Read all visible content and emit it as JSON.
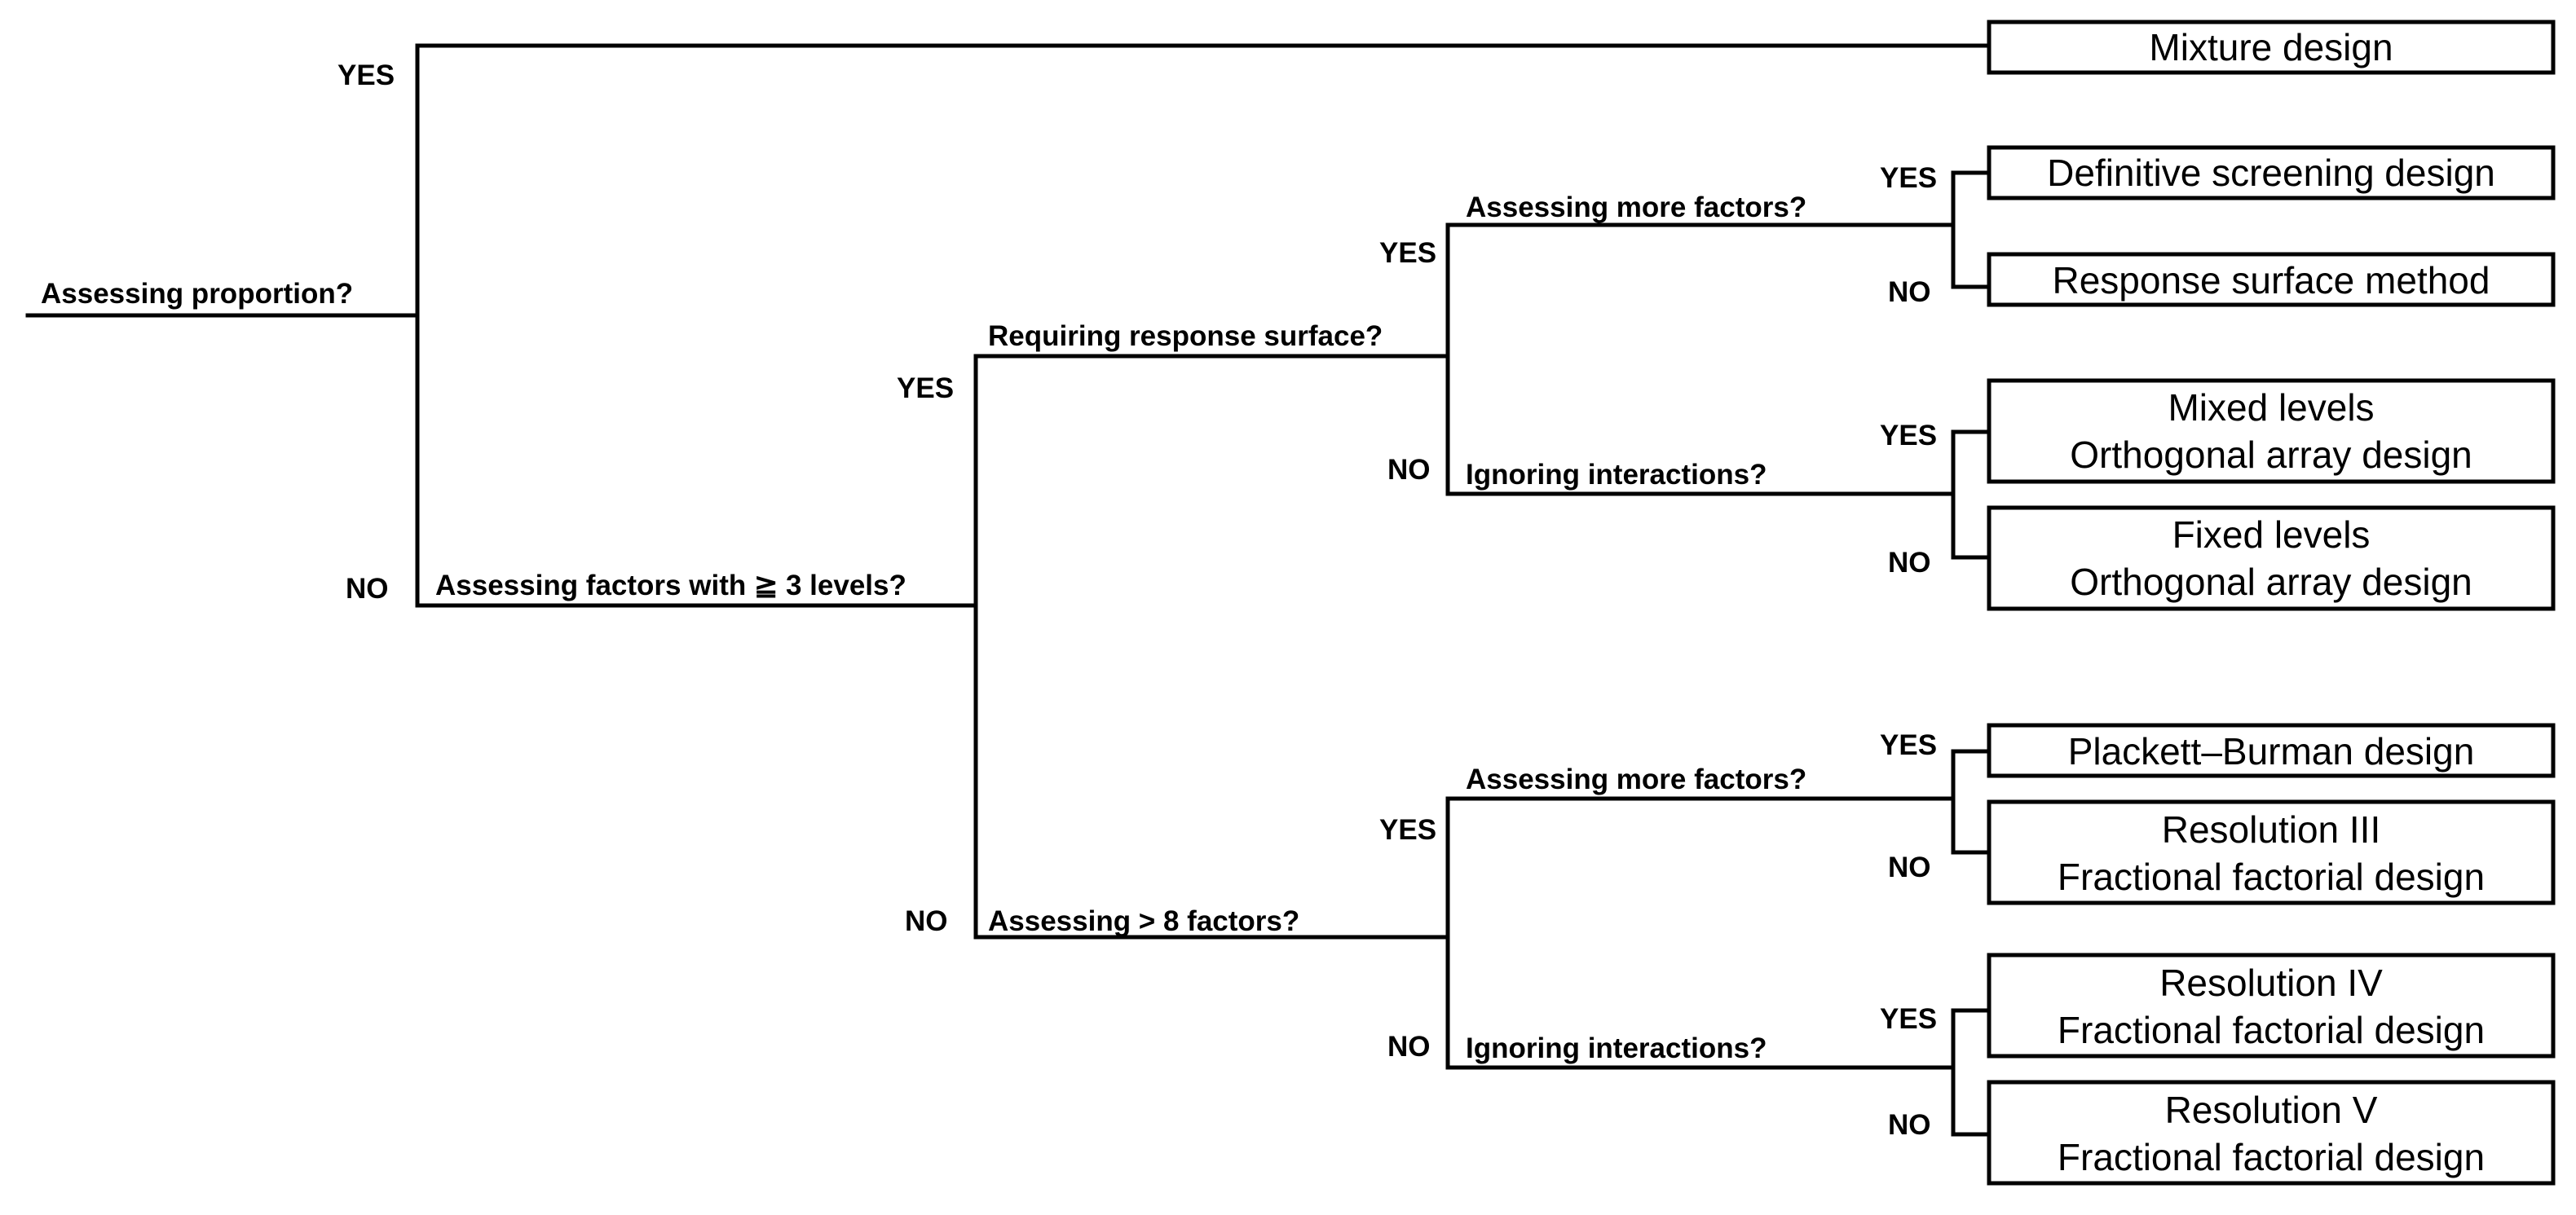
{
  "questions": {
    "q1": "Assessing proportion?",
    "q2": "Assessing factors with ≧ 3 levels?",
    "q3": "Requiring response surface?",
    "q4": "Assessing more factors?",
    "q5": "Ignoring interactions?",
    "q6": "Assessing > 8 factors?",
    "q7": "Assessing more factors?",
    "q8": "Ignoring interactions?"
  },
  "answers": {
    "yes": "YES",
    "no": "NO"
  },
  "outcomes": {
    "mixture": [
      "Mixture design"
    ],
    "definitive": [
      "Definitive screening design"
    ],
    "rsm": [
      "Response surface method"
    ],
    "mixed_oa": [
      "Mixed levels",
      "Orthogonal array design"
    ],
    "fixed_oa": [
      "Fixed levels",
      "Orthogonal array design"
    ],
    "plackett": [
      "Plackett–Burman design"
    ],
    "res3": [
      "Resolution III",
      "Fractional factorial design"
    ],
    "res4": [
      "Resolution IV",
      "Fractional factorial design"
    ],
    "res5": [
      "Resolution V",
      "Fractional factorial design"
    ]
  }
}
